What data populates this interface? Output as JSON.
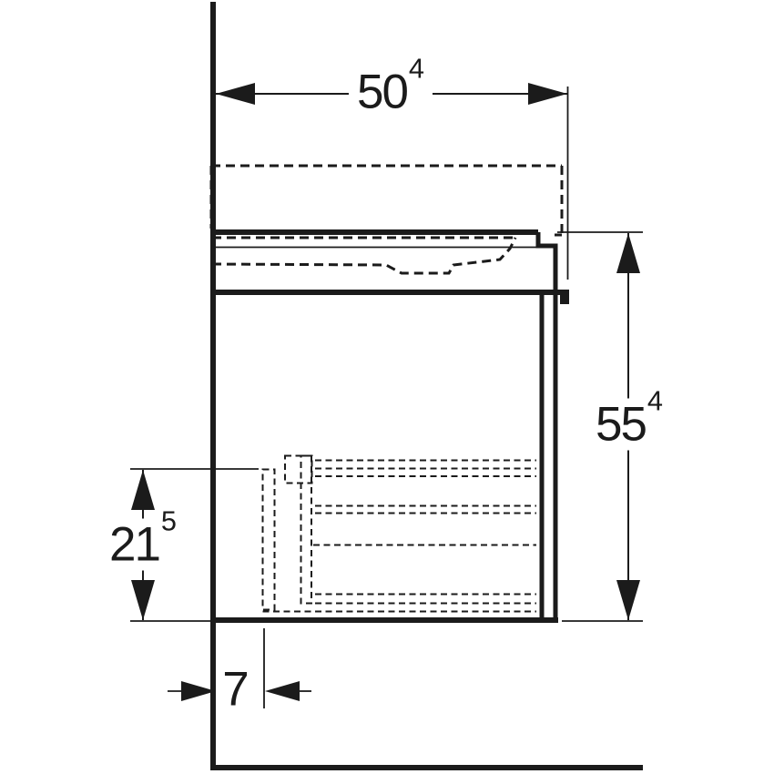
{
  "drawing": {
    "colors": {
      "line": "#1b1b1b",
      "background": "#ffffff"
    },
    "dimensions": {
      "top_width": {
        "value": "50",
        "sup": "4"
      },
      "right_height": {
        "value": "55",
        "sup": "4"
      },
      "left_height": {
        "value": "21",
        "sup": "5"
      },
      "bottom_offset": {
        "value": "7",
        "sup": ""
      }
    }
  }
}
